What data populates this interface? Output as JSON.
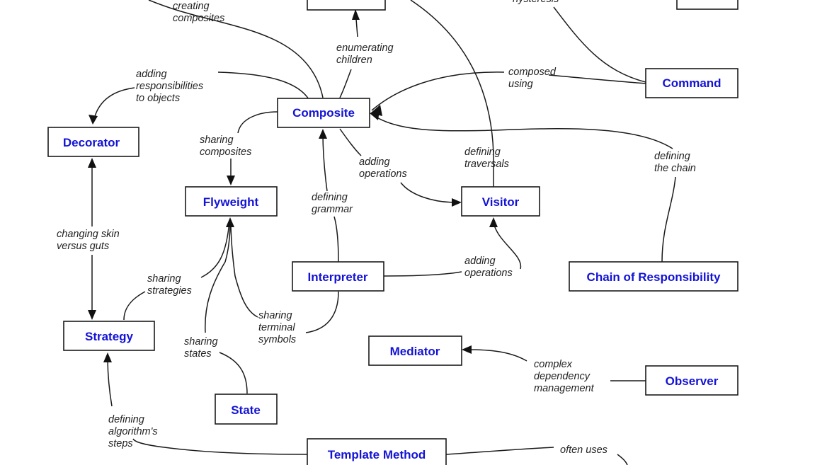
{
  "patterns": {
    "top_partial": "",
    "top_right_partial": "",
    "command": "Command",
    "composite": "Composite",
    "decorator": "Decorator",
    "flyweight": "Flyweight",
    "visitor": "Visitor",
    "interpreter": "Interpreter",
    "chain_of_responsibility": "Chain of Responsibility",
    "strategy": "Strategy",
    "mediator": "Mediator",
    "observer": "Observer",
    "state": "State",
    "template_method": "Template Method"
  },
  "relations": {
    "creating_composites": [
      "creating",
      "composites"
    ],
    "enumerating_children": [
      "enumerating",
      "children"
    ],
    "hysteresis": [
      "hysteresis"
    ],
    "composed_using": [
      "composed",
      "using"
    ],
    "adding_responsibilities": [
      "adding",
      "responsibilities",
      "to objects"
    ],
    "sharing_composites": [
      "sharing",
      "composites"
    ],
    "adding_operations_composite": [
      "adding",
      "operations"
    ],
    "defining_traversals": [
      "defining",
      "traversals"
    ],
    "defining_the_chain": [
      "defining",
      "the chain"
    ],
    "defining_grammar": [
      "defining",
      "grammar"
    ],
    "changing_skin": [
      "changing skin",
      "versus guts"
    ],
    "sharing_strategies": [
      "sharing",
      "strategies"
    ],
    "adding_operations_interpreter": [
      "adding",
      "operations"
    ],
    "sharing_terminal_symbols": [
      "sharing",
      "terminal",
      "symbols"
    ],
    "sharing_states": [
      "sharing",
      "states"
    ],
    "complex_dependency": [
      "complex",
      "dependency",
      "management"
    ],
    "defining_algorithm_steps": [
      "defining",
      "algorithm's",
      "steps"
    ],
    "often_uses": [
      "often uses"
    ]
  }
}
